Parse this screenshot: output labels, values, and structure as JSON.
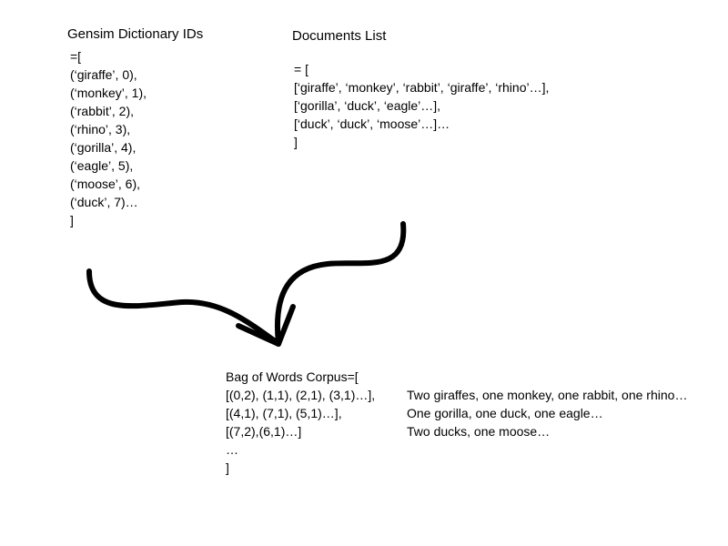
{
  "dictionary": {
    "title": "Gensim Dictionary IDs",
    "open": "=[",
    "entries": [
      "(‘giraffe’, 0),",
      "(‘monkey’, 1),",
      "(‘rabbit’, 2),",
      "(‘rhino’, 3),",
      "(‘gorilla’, 4),",
      "(‘eagle’, 5),",
      "(‘moose’, 6),",
      "(‘duck’, 7)…"
    ],
    "close": "]"
  },
  "documents": {
    "title": "Documents List",
    "open": "= [",
    "entries": [
      "[‘giraffe’, ‘monkey’, ‘rabbit’, ‘giraffe’, ‘rhino’…],",
      "[‘gorilla’, ‘duck’, ‘eagle’…],",
      "[‘duck’, ‘duck’, ‘moose’…]…"
    ],
    "close": "]"
  },
  "corpus": {
    "title": "Bag of Words Corpus=[",
    "entries": [
      "[(0,2), (1,1), (2,1), (3,1)…],",
      "[(4,1), (7,1), (5,1)…],",
      "[(7,2),(6,1)…]",
      "…",
      "]"
    ],
    "descriptions": [
      "Two giraffes, one monkey, one rabbit, one rhino…",
      "One gorilla, one duck, one eagle…",
      "Two ducks, one moose…"
    ]
  },
  "colors": {
    "text": "#000000",
    "arrow": "#000000",
    "background": "#ffffff"
  }
}
